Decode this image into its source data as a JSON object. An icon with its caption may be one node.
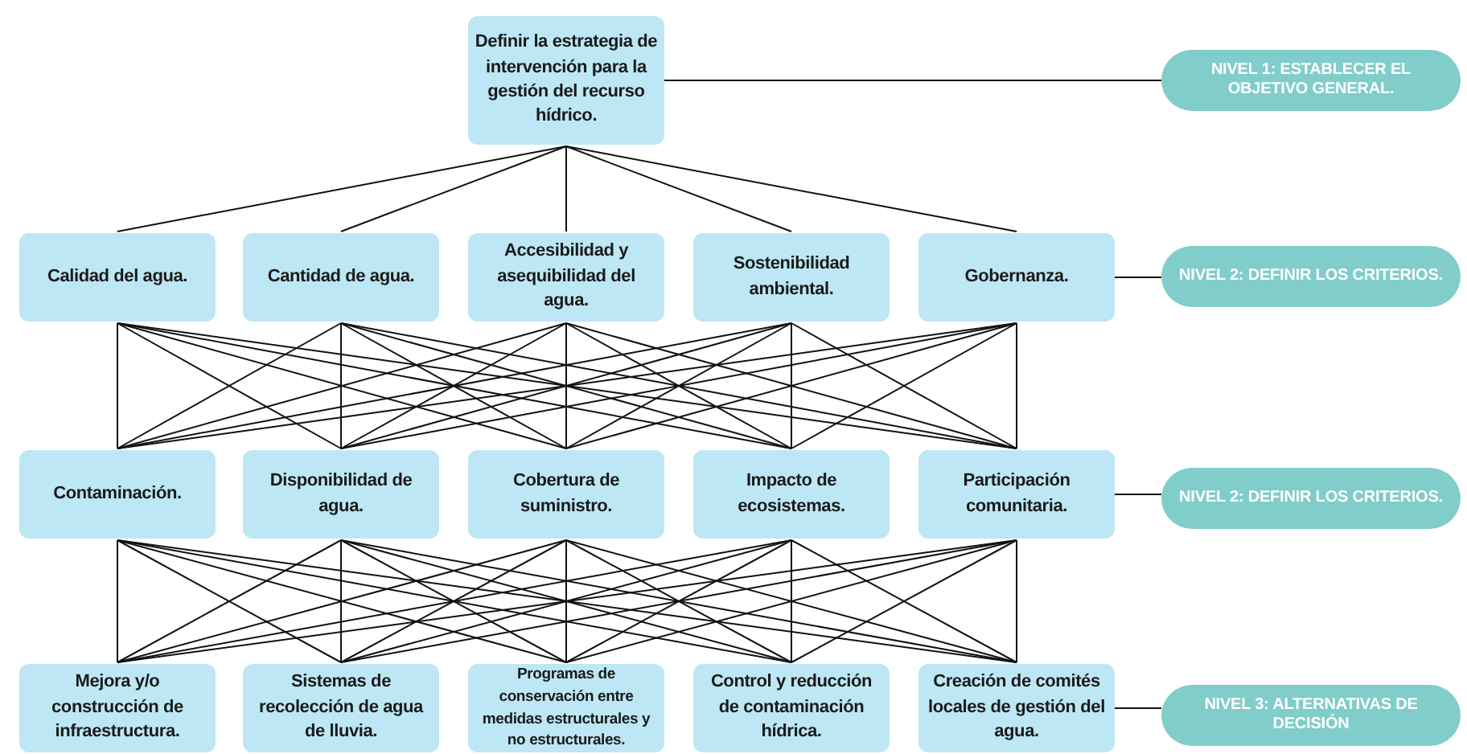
{
  "diagram": {
    "nodes": [
      {
        "text": [
          "Definir la estrategia de intervención para la gestión del recurso hídrico."
        ]
      },
      {
        "text": [
          "Calidad del agua."
        ]
      },
      {
        "text": [
          "Cantidad de agua."
        ]
      },
      {
        "text": [
          "Accesibilidad y asequibilidad del agua."
        ]
      },
      {
        "text": [
          "Sostenibilidad ambiental."
        ]
      },
      {
        "text": [
          "Gobernanza."
        ]
      },
      {
        "text": [
          "Contaminación."
        ]
      },
      {
        "text": [
          "Disponibilidad de agua."
        ]
      },
      {
        "text": [
          "Cobertura de suministro."
        ]
      },
      {
        "text": [
          "Impacto de ecosistemas."
        ]
      },
      {
        "text": [
          "Participación comunitaria."
        ]
      },
      {
        "text": [
          "Mejora y/o construcción de infraestructura."
        ]
      },
      {
        "text": [
          "Sistemas de recolección de agua de lluvia."
        ]
      },
      {
        "text": [
          "Programas de conservación entre medidas estructurales y no estructurales."
        ]
      },
      {
        "text": [
          "Control y reducción de contaminación hídrica."
        ]
      },
      {
        "text": [
          "Creación de comités locales de gestión del agua."
        ]
      },
      {
        "text": [
          "NIVEL 1: ESTABLECER EL OBJETIVO GENERAL."
        ]
      },
      {
        "text": [
          "NIVEL 2: DEFINIR LOS CRITERIOS."
        ]
      },
      {
        "text": [
          "NIVEL 2: DEFINIR LOS CRITERIOS."
        ]
      },
      {
        "text": [
          "NIVEL 3: ALTERNATIVAS DE DECISIÓN"
        ]
      }
    ],
    "edges": [
      {
        "from": 0,
        "to": 1,
        "arrow": "none"
      },
      {
        "from": 0,
        "to": 2,
        "arrow": "none"
      },
      {
        "from": 0,
        "to": 3,
        "arrow": "none"
      },
      {
        "from": 0,
        "to": 4,
        "arrow": "none"
      },
      {
        "from": 0,
        "to": 5,
        "arrow": "none"
      },
      {
        "from": 0,
        "to": 16,
        "arrow": "none"
      },
      {
        "from": 5,
        "to": 17,
        "arrow": "none"
      },
      {
        "from": 10,
        "to": 18,
        "arrow": "none"
      },
      {
        "from": 15,
        "to": 19,
        "arrow": "none"
      },
      {
        "from": 1,
        "to": 6,
        "arrow": "none"
      },
      {
        "from": 1,
        "to": 7,
        "arrow": "none"
      },
      {
        "from": 1,
        "to": 8,
        "arrow": "none"
      },
      {
        "from": 1,
        "to": 9,
        "arrow": "none"
      },
      {
        "from": 1,
        "to": 10,
        "arrow": "none"
      },
      {
        "from": 2,
        "to": 6,
        "arrow": "none"
      },
      {
        "from": 2,
        "to": 7,
        "arrow": "none"
      },
      {
        "from": 2,
        "to": 8,
        "arrow": "none"
      },
      {
        "from": 2,
        "to": 9,
        "arrow": "none"
      },
      {
        "from": 2,
        "to": 10,
        "arrow": "none"
      },
      {
        "from": 3,
        "to": 6,
        "arrow": "none"
      },
      {
        "from": 3,
        "to": 7,
        "arrow": "none"
      },
      {
        "from": 3,
        "to": 8,
        "arrow": "none"
      },
      {
        "from": 3,
        "to": 9,
        "arrow": "none"
      },
      {
        "from": 3,
        "to": 10,
        "arrow": "none"
      },
      {
        "from": 4,
        "to": 6,
        "arrow": "none"
      },
      {
        "from": 4,
        "to": 7,
        "arrow": "none"
      },
      {
        "from": 4,
        "to": 8,
        "arrow": "none"
      },
      {
        "from": 4,
        "to": 9,
        "arrow": "none"
      },
      {
        "from": 4,
        "to": 10,
        "arrow": "none"
      },
      {
        "from": 5,
        "to": 6,
        "arrow": "none"
      },
      {
        "from": 5,
        "to": 7,
        "arrow": "none"
      },
      {
        "from": 5,
        "to": 8,
        "arrow": "none"
      },
      {
        "from": 5,
        "to": 9,
        "arrow": "none"
      },
      {
        "from": 5,
        "to": 10,
        "arrow": "none"
      },
      {
        "from": 6,
        "to": 11,
        "arrow": "none"
      },
      {
        "from": 6,
        "to": 12,
        "arrow": "none"
      },
      {
        "from": 6,
        "to": 13,
        "arrow": "none"
      },
      {
        "from": 6,
        "to": 14,
        "arrow": "none"
      },
      {
        "from": 6,
        "to": 15,
        "arrow": "none"
      },
      {
        "from": 7,
        "to": 11,
        "arrow": "none"
      },
      {
        "from": 7,
        "to": 12,
        "arrow": "none"
      },
      {
        "from": 7,
        "to": 13,
        "arrow": "none"
      },
      {
        "from": 7,
        "to": 14,
        "arrow": "none"
      },
      {
        "from": 7,
        "to": 15,
        "arrow": "none"
      },
      {
        "from": 8,
        "to": 11,
        "arrow": "none"
      },
      {
        "from": 8,
        "to": 12,
        "arrow": "none"
      },
      {
        "from": 8,
        "to": 13,
        "arrow": "none"
      },
      {
        "from": 8,
        "to": 14,
        "arrow": "none"
      },
      {
        "from": 8,
        "to": 15,
        "arrow": "none"
      },
      {
        "from": 9,
        "to": 11,
        "arrow": "none"
      },
      {
        "from": 9,
        "to": 12,
        "arrow": "none"
      },
      {
        "from": 9,
        "to": 13,
        "arrow": "none"
      },
      {
        "from": 9,
        "to": 14,
        "arrow": "none"
      },
      {
        "from": 9,
        "to": 15,
        "arrow": "none"
      },
      {
        "from": 10,
        "to": 11,
        "arrow": "none"
      },
      {
        "from": 10,
        "to": 12,
        "arrow": "none"
      },
      {
        "from": 10,
        "to": 13,
        "arrow": "none"
      },
      {
        "from": 10,
        "to": 14,
        "arrow": "none"
      },
      {
        "from": 10,
        "to": 15,
        "arrow": "none"
      }
    ]
  }
}
